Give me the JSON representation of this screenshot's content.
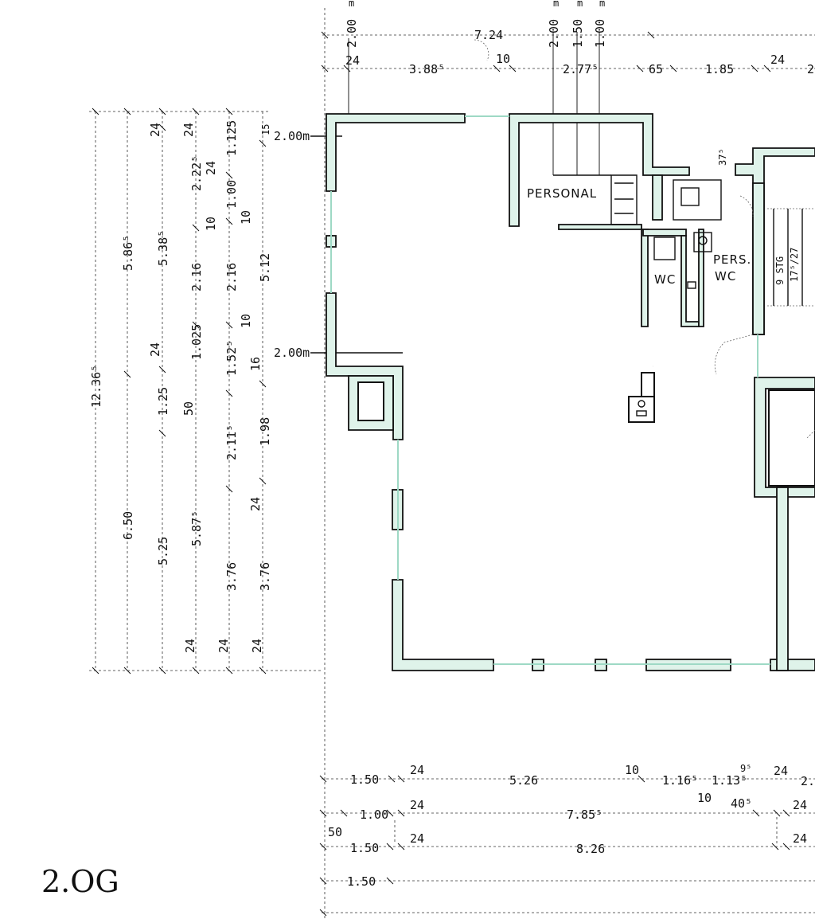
{
  "rooms": {
    "personal": "PERSONAL",
    "wc": "WC",
    "pers_line1": "PERS.",
    "pers_line2": "WC",
    "stair_a": "9 STG",
    "stair_b": "17⁵/27"
  },
  "floor_label": "2.OG",
  "levels": {
    "level_upper": "2.00m",
    "level_lower": "2.00m"
  },
  "top_dims": {
    "v_200_left": "2.00",
    "v_200": "2.00",
    "v_150": "1.50",
    "v_100": "1.00",
    "t_724": "7.24",
    "t_24a": "24",
    "t_3885": "3.88⁵",
    "t_10": "10",
    "t_2775": "2.77⁵",
    "t_65": "65",
    "t_185": "1.85",
    "t_24b": "24",
    "t_2": "2",
    "t_375": "37⁵"
  },
  "left_dims": {
    "l_12365": "12.36⁵",
    "l_5865": "5.86⁵",
    "l_650": "6.50",
    "l_24a": "24",
    "l_5385": "5.38⁵",
    "l_24b": "24",
    "l_125": "1.25",
    "l_525": "5.25",
    "l_24c": "24",
    "l_2225": "2.22⁵",
    "l_10a": "10",
    "l_216a": "2.16",
    "l_10255": "1.025",
    "l_50": "50",
    "l_5875": "5.87⁵",
    "l_24d": "24",
    "l_1125": "1.125",
    "l_24e": "24",
    "l_100": "1.00",
    "l_216b": "2.16",
    "l_1525": "1.52⁵",
    "l_2115": "2.11⁵",
    "l_376a": "3.76",
    "l_24f": "24",
    "l_15": "15",
    "l_10b": "10",
    "l_512": "5.12",
    "l_10c": "10",
    "l_16": "16",
    "l_198": "1.98",
    "l_24g": "24",
    "l_376b": "3.76",
    "l_24h": "24"
  },
  "bottom_dims": {
    "r1_150": "1.50",
    "r1_24": "24",
    "r1_526": "5.26",
    "r1_10": "10",
    "r1_1165": "1.16⁵",
    "r1_1135": "1.13⁵",
    "r1_95": "9⁵",
    "r1_24b": "24",
    "r1_2": "2.",
    "r2_100": "1.00",
    "r2_24": "24",
    "r2_7855": "7.85⁵",
    "r2_10": "10",
    "r2_405": "40⁵",
    "r2_24b": "24",
    "r3_50": "50",
    "r3_150": "1.50",
    "r3_24": "24",
    "r3_826": "8.26",
    "r3_24b": "24",
    "r4_150": "1.50"
  }
}
